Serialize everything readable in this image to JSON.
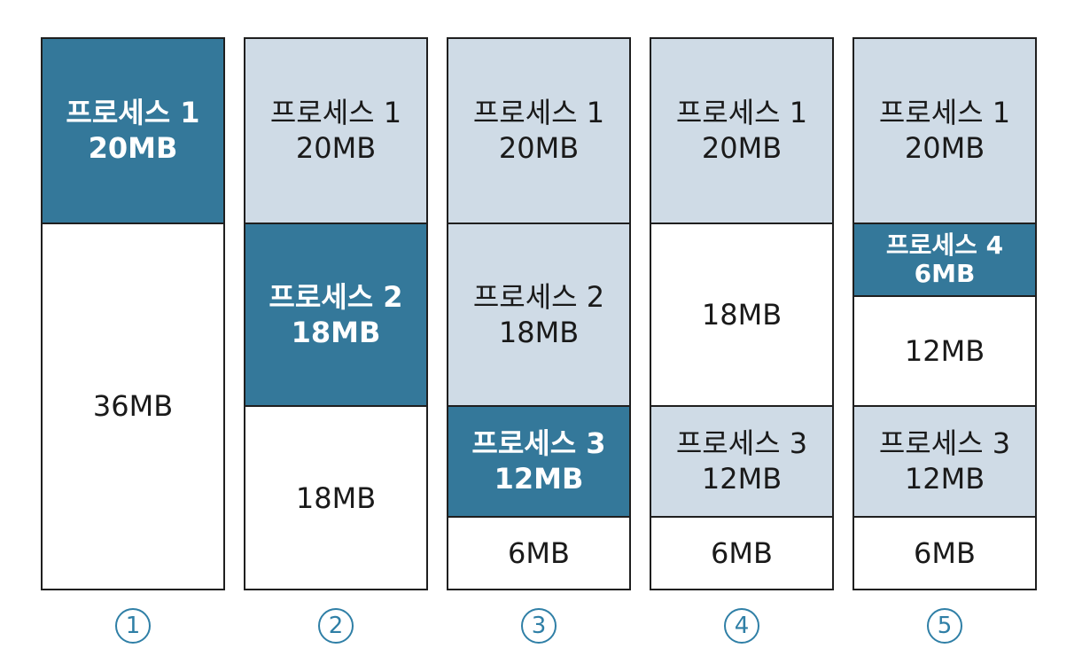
{
  "steps": [
    {
      "label": "1",
      "segments": [
        {
          "state": "active",
          "name": "프로세스 1",
          "size": "20MB",
          "units": 20
        },
        {
          "state": "free",
          "name": "",
          "size": "36MB",
          "units": 36
        }
      ]
    },
    {
      "label": "2",
      "segments": [
        {
          "state": "allocated",
          "name": "프로세스 1",
          "size": "20MB",
          "units": 20
        },
        {
          "state": "active",
          "name": "프로세스 2",
          "size": "18MB",
          "units": 18
        },
        {
          "state": "free",
          "name": "",
          "size": "18MB",
          "units": 18
        }
      ]
    },
    {
      "label": "3",
      "segments": [
        {
          "state": "allocated",
          "name": "프로세스 1",
          "size": "20MB",
          "units": 20
        },
        {
          "state": "allocated",
          "name": "프로세스 2",
          "size": "18MB",
          "units": 18
        },
        {
          "state": "active",
          "name": "프로세스 3",
          "size": "12MB",
          "units": 12
        },
        {
          "state": "free",
          "name": "",
          "size": "6MB",
          "units": 6
        }
      ]
    },
    {
      "label": "4",
      "segments": [
        {
          "state": "allocated",
          "name": "프로세스 1",
          "size": "20MB",
          "units": 20
        },
        {
          "state": "free",
          "name": "",
          "size": "18MB",
          "units": 18
        },
        {
          "state": "allocated",
          "name": "프로세스 3",
          "size": "12MB",
          "units": 12
        },
        {
          "state": "free",
          "name": "",
          "size": "6MB",
          "units": 6
        }
      ]
    },
    {
      "label": "5",
      "segments": [
        {
          "state": "allocated",
          "name": "프로세스 1",
          "size": "20MB",
          "units": 20
        },
        {
          "state": "active",
          "name": "프로세스 4",
          "size": "6MB",
          "units": 6
        },
        {
          "state": "free",
          "name": "",
          "size": "12MB",
          "units": 12
        },
        {
          "state": "allocated",
          "name": "프로세스 3",
          "size": "12MB",
          "units": 12
        },
        {
          "state": "free",
          "name": "",
          "size": "6MB",
          "units": 6
        }
      ]
    }
  ],
  "colors": {
    "active": "#34789a",
    "allocated": "#cfdbe6",
    "free": "#ffffff",
    "step_circle": "#2f7fa6"
  }
}
